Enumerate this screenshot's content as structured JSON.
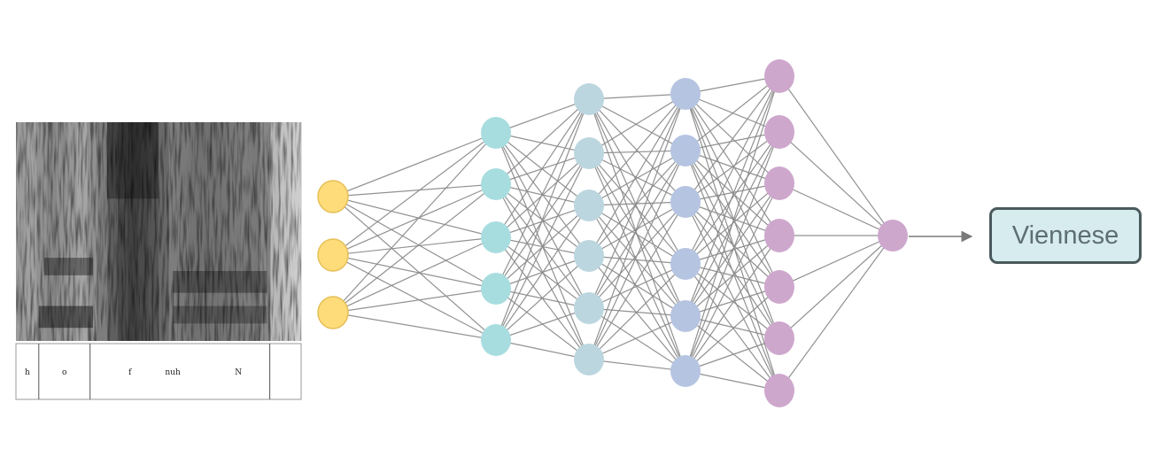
{
  "spectrogram": {
    "segments": [
      "h",
      "o",
      "f",
      "nuh",
      "N"
    ],
    "segment_boundaries": [
      0,
      0.08,
      0.26,
      0.89,
      1.0
    ],
    "label_positions": [
      0.04,
      0.17,
      0.4,
      0.55,
      0.78
    ],
    "darkness_profile": [
      0.45,
      0.42,
      0.5,
      0.55,
      0.5,
      0.45,
      0.4,
      0.5,
      0.6,
      0.75,
      0.85,
      0.9,
      0.85,
      0.8,
      0.7,
      0.6,
      0.62,
      0.65,
      0.66,
      0.65,
      0.64,
      0.62,
      0.6,
      0.62,
      0.55,
      0.3,
      0.25,
      0.2
    ]
  },
  "network": {
    "layers": [
      {
        "nodes": 3,
        "color": "#fedc7a"
      },
      {
        "nodes": 5,
        "color": "#a8dde0"
      },
      {
        "nodes": 6,
        "color": "#bcd6df"
      },
      {
        "nodes": 6,
        "color": "#b5c4e1"
      },
      {
        "nodes": 7,
        "color": "#cea7cd"
      },
      {
        "nodes": 1,
        "color": "#cea7cd"
      }
    ],
    "edge_color": "#8c8c8c"
  },
  "output": {
    "label": "Viennese"
  }
}
